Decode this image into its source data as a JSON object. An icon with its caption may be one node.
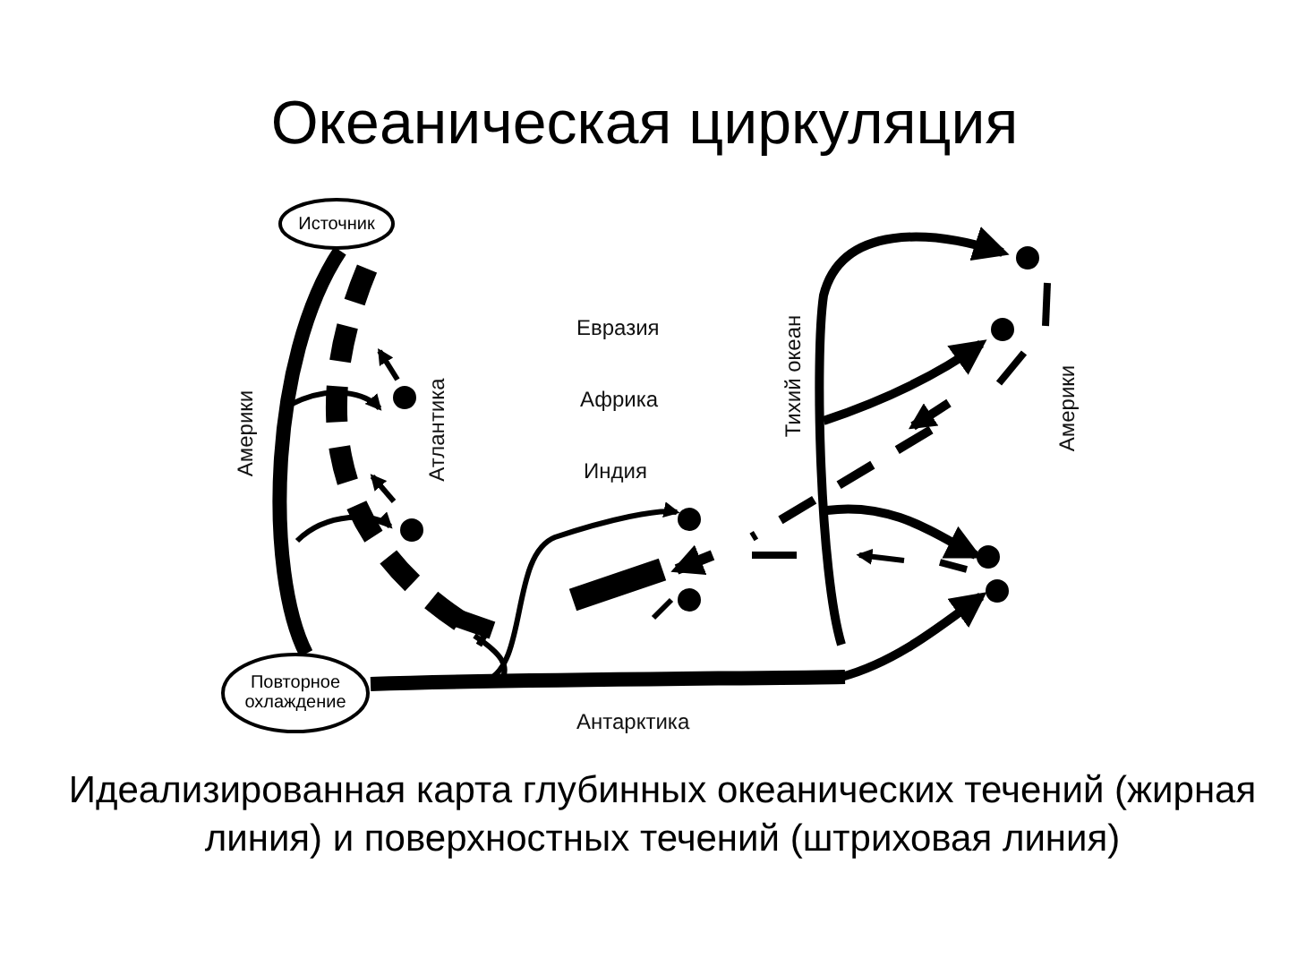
{
  "diagram": {
    "title": "Океаническая циркуляция",
    "caption": "Идеализированная карта глубинных океанических течений (жирная линия) и поверхностных течений (штриховая линия)",
    "nodes": [
      {
        "text": [
          "Источник"
        ]
      },
      {
        "text": [
          "Повторное охлаждение"
        ]
      }
    ],
    "edges": [
      {
        "from": 0,
        "to": 1,
        "arrow": "none"
      },
      {
        "from": 1,
        "to": null,
        "arrow": "none"
      }
    ],
    "labels": [
      "Евразия",
      "Америки",
      "Атлантика",
      "Африка",
      "Тихий океан",
      "Америки",
      "Индия",
      "Антарктика"
    ]
  }
}
